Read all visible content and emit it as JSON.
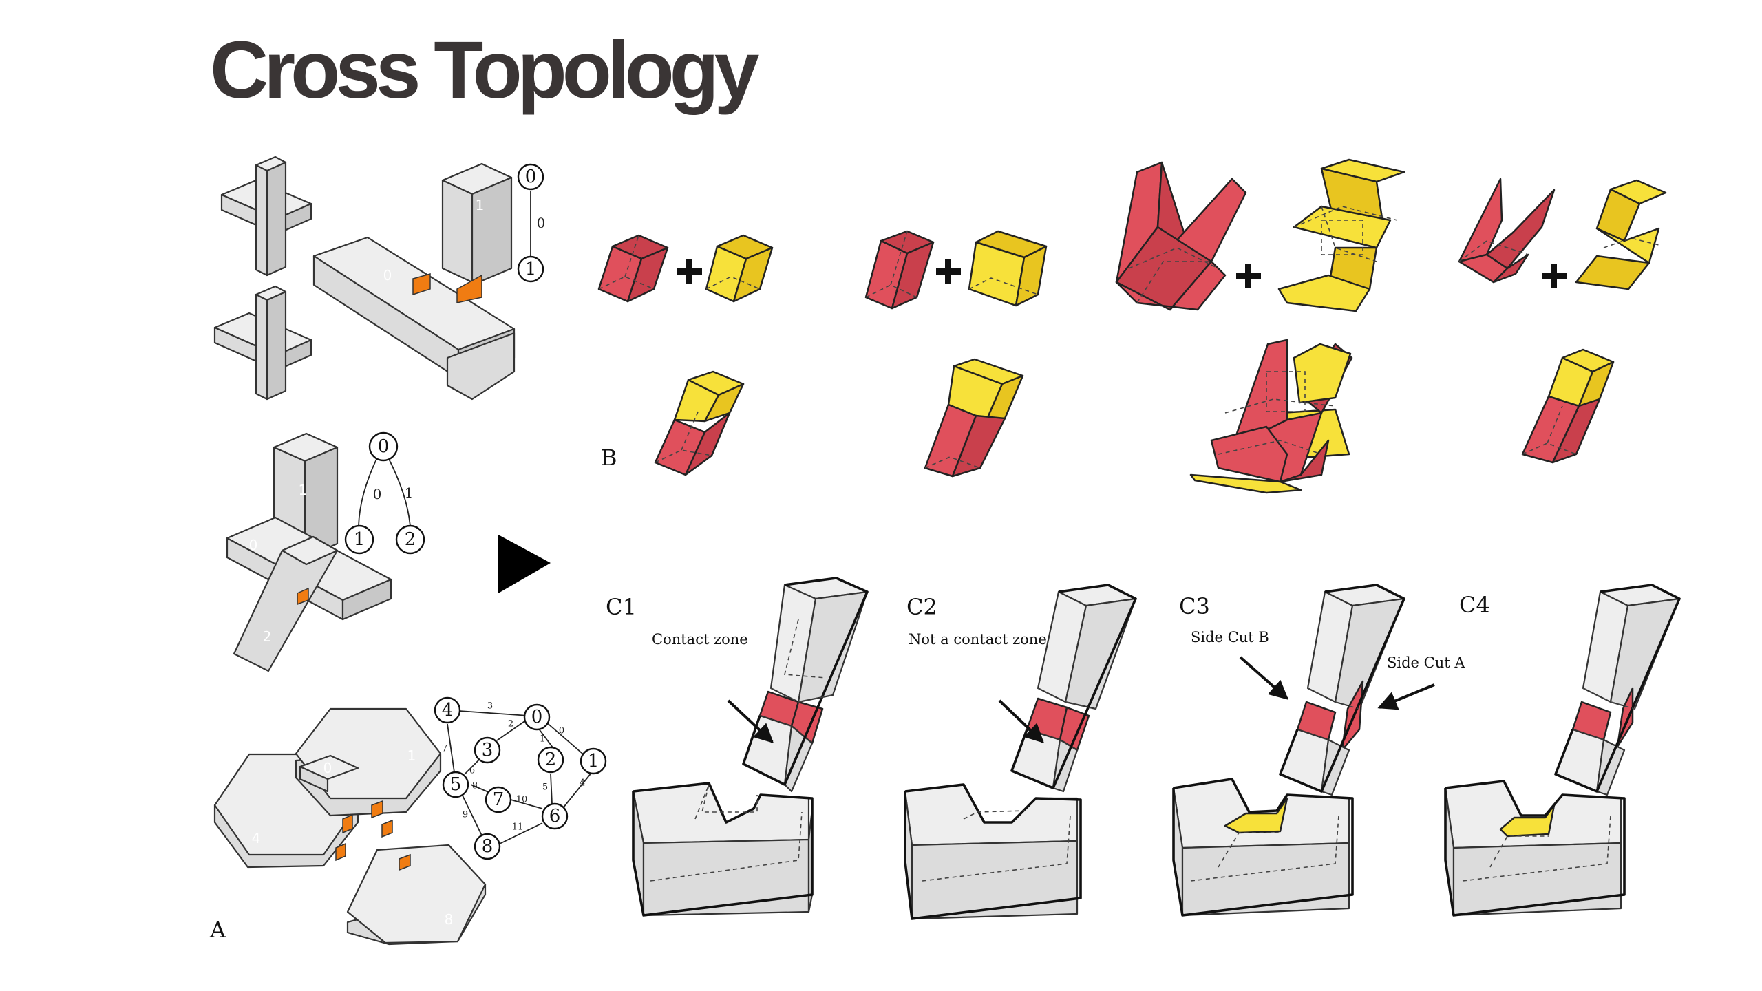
{
  "title": "Cross Topology",
  "panels": {
    "a": "A",
    "b": "B",
    "c1": "C1",
    "c2": "C2",
    "c3": "C3",
    "c4": "C4"
  },
  "part_labels": {
    "top": [
      "0",
      "1"
    ],
    "mid": [
      "0",
      "1",
      "2"
    ],
    "bottom": [
      "0",
      "1",
      "4",
      "8"
    ]
  },
  "graph_top": {
    "nodes": [
      "0",
      "1"
    ],
    "edges": [
      "0"
    ]
  },
  "graph_mid": {
    "nodes": [
      "0",
      "1",
      "2"
    ],
    "edges": [
      "0",
      "1"
    ]
  },
  "graph_bottom": {
    "nodes": [
      "4",
      "0",
      "3",
      "2",
      "1",
      "5",
      "7",
      "6",
      "8"
    ],
    "edges": [
      "3",
      "2",
      "0",
      "1",
      "7",
      "6",
      "4",
      "8",
      "10",
      "5",
      "9",
      "11"
    ]
  },
  "annotations": {
    "contact_zone": "Contact zone",
    "not_contact_zone": "Not a contact zone",
    "side_cut_b": "Side Cut B",
    "side_cut_a": "Side Cut A"
  },
  "colors": {
    "red": "#e0505c",
    "yellow": "#f7e13a",
    "orange": "#f07c12",
    "gray": "#dcdcdc",
    "title": "#3a3535"
  },
  "icons": [
    "arrow-right-icon",
    "plus-icon"
  ]
}
